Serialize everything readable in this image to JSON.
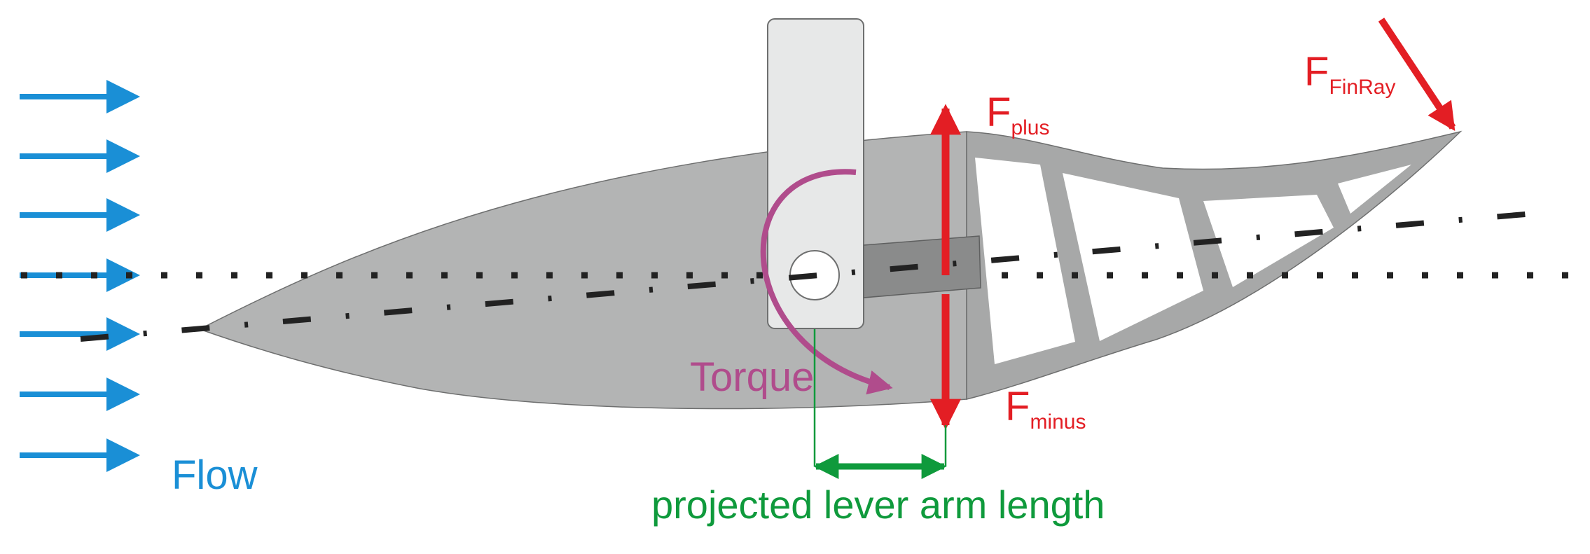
{
  "labels": {
    "flow": "Flow",
    "torque": "Torque",
    "lever_arm": "projected lever arm length",
    "force_symbol": "F",
    "f_plus_sub": "plus",
    "f_minus_sub": "minus",
    "f_finray_sub": "FinRay"
  },
  "colors": {
    "flow": "#1a8fd6",
    "force": "#e31e24",
    "torque": "#b04c8c",
    "lever": "#0f9a3c",
    "fin_body": "#b3b4b4",
    "fin_rear": "#a7a8a8",
    "mount": "#e7e8e8",
    "rod": "#8a8b8b",
    "centerline": "#222222"
  },
  "icons": [
    "flow-arrow-icon",
    "torque-arrow-icon",
    "force-arrow-icon",
    "double-arrow-icon"
  ]
}
